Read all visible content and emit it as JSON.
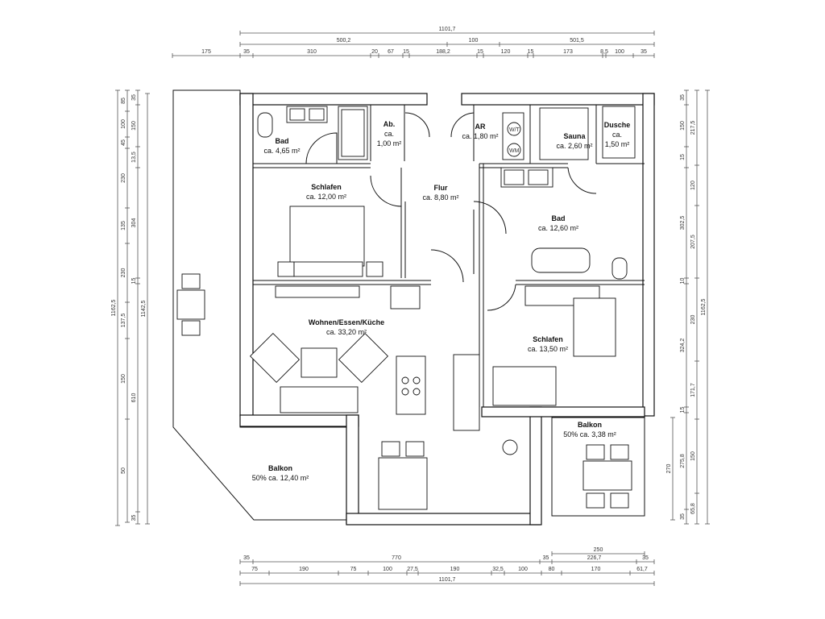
{
  "plan": {
    "rooms": [
      {
        "name": "Bad",
        "area": "ca. 4,65 m²"
      },
      {
        "name": "Ab.",
        "area_1": "ca.",
        "area_2": "1,00 m²"
      },
      {
        "name": "AR",
        "area": "ca. 1,80 m²"
      },
      {
        "name": "Sauna",
        "area": "ca. 2,60 m²"
      },
      {
        "name": "Dusche",
        "area_1": "ca.",
        "area_2": "1,50 m²"
      },
      {
        "name": "Schlafen",
        "area": "ca. 12,00 m²"
      },
      {
        "name": "Flur",
        "area": "ca. 8,80 m²"
      },
      {
        "name": "Bad",
        "area": "ca. 12,60 m²"
      },
      {
        "name": "Wohnen/Essen/Küche",
        "area": "ca. 33,20 m²"
      },
      {
        "name": "Schlafen",
        "area": "ca. 13,50 m²"
      },
      {
        "name": "Balkon",
        "area": "50% ca. 3,38 m²"
      },
      {
        "name": "Balkon",
        "area": "50% ca. 12,40 m²"
      }
    ],
    "appliances": {
      "dryer": "W/T",
      "washer": "WM"
    }
  },
  "dimensions": {
    "top_total": "1101,7",
    "top_mid": [
      "500,2",
      "100",
      "501,5"
    ],
    "top_detail": [
      "175",
      "35",
      "310",
      "20",
      "67",
      "15",
      "188,2",
      "15",
      "120",
      "15",
      "173",
      "8,5",
      "100",
      "35"
    ],
    "left_outer": "1162,5",
    "left_col1": [
      "85",
      "100",
      "45",
      "230",
      "135",
      "230",
      "137,5",
      "150",
      "50"
    ],
    "left_col2": [
      "35",
      "150",
      "13,5",
      "304",
      "15",
      "610",
      "35"
    ],
    "left_col3": "1142,5",
    "right_col1": [
      "35",
      "150",
      "15",
      "302,5",
      "10",
      "324,2",
      "15",
      "275,8",
      "35"
    ],
    "right_col2": [
      "217,5",
      "120",
      "207,5",
      "230",
      "171,7",
      "150",
      "65,8"
    ],
    "right_col3": "1162,5",
    "right_balcony": "270",
    "bottom_top": "250",
    "bottom_mid": [
      "35",
      "770",
      "35",
      "226,7",
      "35"
    ],
    "bottom_detail": [
      "75",
      "190",
      "75",
      "100",
      "27,5",
      "190",
      "32,5",
      "100",
      "80",
      "170",
      "61,7"
    ],
    "bottom_total": "1101,7"
  }
}
